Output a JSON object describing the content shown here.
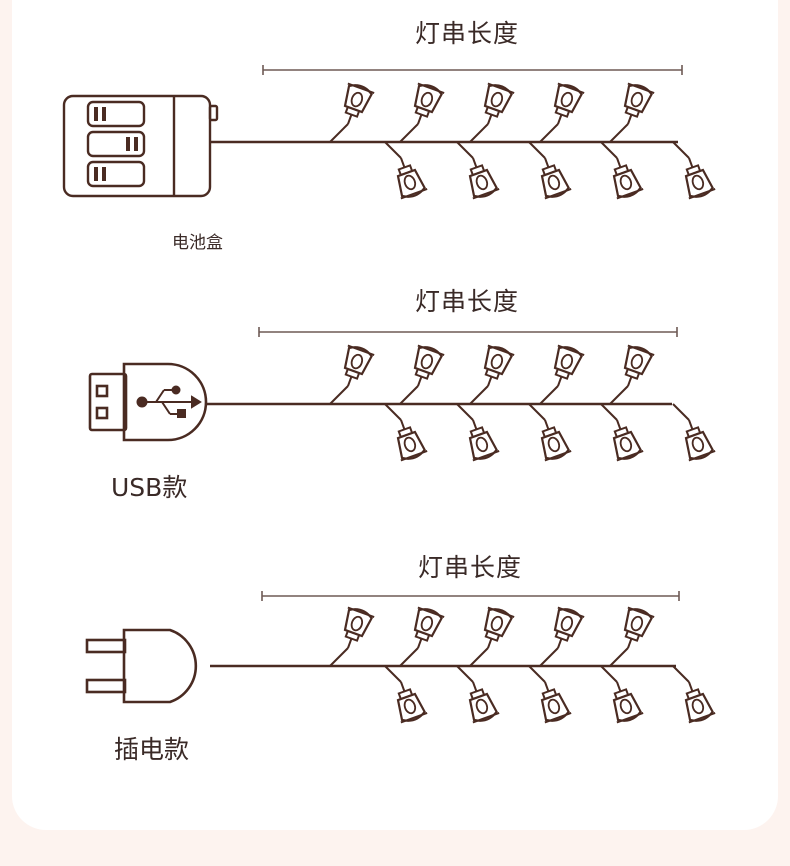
{
  "colors": {
    "line": "#4a2b22",
    "background": "#fdf3ef",
    "card": "#ffffff",
    "text": "#3a2a27"
  },
  "variants": [
    {
      "id": "battery",
      "length_label": "灯串长度",
      "device_label": "电池盒",
      "device_icon": "battery-box-icon"
    },
    {
      "id": "usb",
      "length_label": "灯串长度",
      "device_label": "USB款",
      "device_icon": "usb-plug-icon"
    },
    {
      "id": "plug",
      "length_label": "灯串长度",
      "device_label": "插电款",
      "device_icon": "power-plug-icon"
    }
  ]
}
